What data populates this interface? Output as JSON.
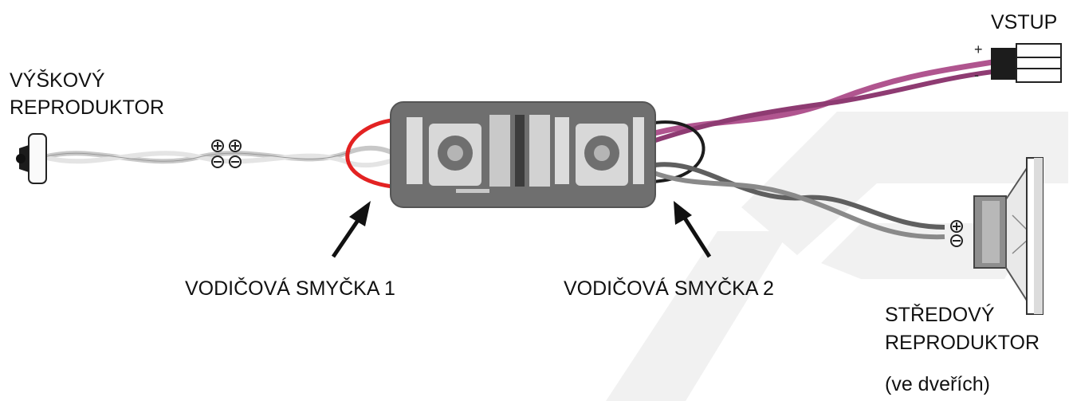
{
  "labels": {
    "tweeter_line1": "VÝŠKOVÝ",
    "tweeter_line2": "REPRODUKTOR",
    "input": "VSTUP",
    "loop1": "VODIČOVÁ SMYČKA 1",
    "loop2": "VODIČOVÁ SMYČKA 2",
    "midrange_line1": "STŘEDOVÝ",
    "midrange_line2": "REPRODUKTOR",
    "midrange_note": "(ve dveřích)",
    "input_plus": "+",
    "input_minus": "-"
  },
  "colors": {
    "crossover_body": "#6f6f6f",
    "loop1_wire": "#e32222",
    "loop2_wire": "#1c1c1c",
    "input_wire": "#b0558f",
    "midrange_wire": "#5f5f5f",
    "tweeter_wire": "#d6d6d6",
    "watermark": "#f1f1f1"
  }
}
